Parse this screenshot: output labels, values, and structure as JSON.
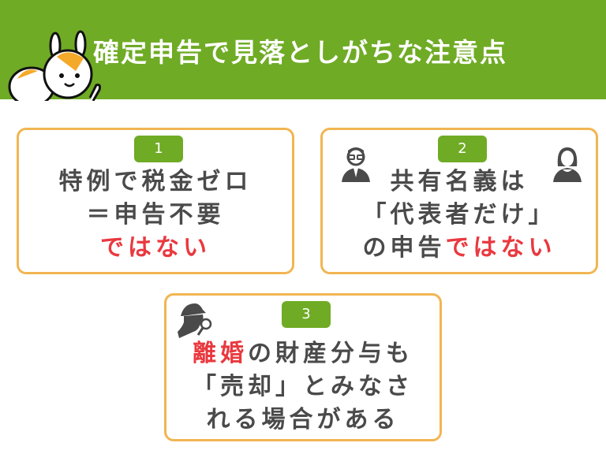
{
  "header": {
    "title": "確定申告で見落としがちな注意点",
    "mascot": "squirrel-mascot-icon",
    "bg_color": "#6fab25"
  },
  "cards": [
    {
      "badge": "1",
      "lines": [
        {
          "parts": [
            {
              "text": "特例で税金ゼロ",
              "highlight": false
            }
          ]
        },
        {
          "parts": [
            {
              "text": "＝申告不要",
              "highlight": false
            }
          ]
        },
        {
          "parts": [
            {
              "text": "ではない",
              "highlight": true
            }
          ]
        }
      ]
    },
    {
      "badge": "2",
      "icons": [
        "man-with-glasses-icon",
        "woman-icon"
      ],
      "lines": [
        {
          "parts": [
            {
              "text": "共有名義は",
              "highlight": false
            }
          ]
        },
        {
          "parts": [
            {
              "text": "「代表者だけ」",
              "highlight": false
            }
          ]
        },
        {
          "parts": [
            {
              "text": "の申告",
              "highlight": false
            },
            {
              "text": "ではない",
              "highlight": true
            }
          ]
        }
      ]
    },
    {
      "badge": "3",
      "icons": [
        "detective-icon"
      ],
      "lines": [
        {
          "parts": [
            {
              "text": "離婚",
              "highlight": true
            },
            {
              "text": "の財産分与も",
              "highlight": false
            }
          ]
        },
        {
          "parts": [
            {
              "text": "「売却」とみなさ",
              "highlight": false
            }
          ]
        },
        {
          "parts": [
            {
              "text": "れる場合がある",
              "highlight": false
            }
          ]
        }
      ]
    }
  ],
  "colors": {
    "accent_green": "#6fab25",
    "border_orange": "#f2b552",
    "text_gray": "#4a4a4a",
    "highlight_red": "#e9393f"
  }
}
